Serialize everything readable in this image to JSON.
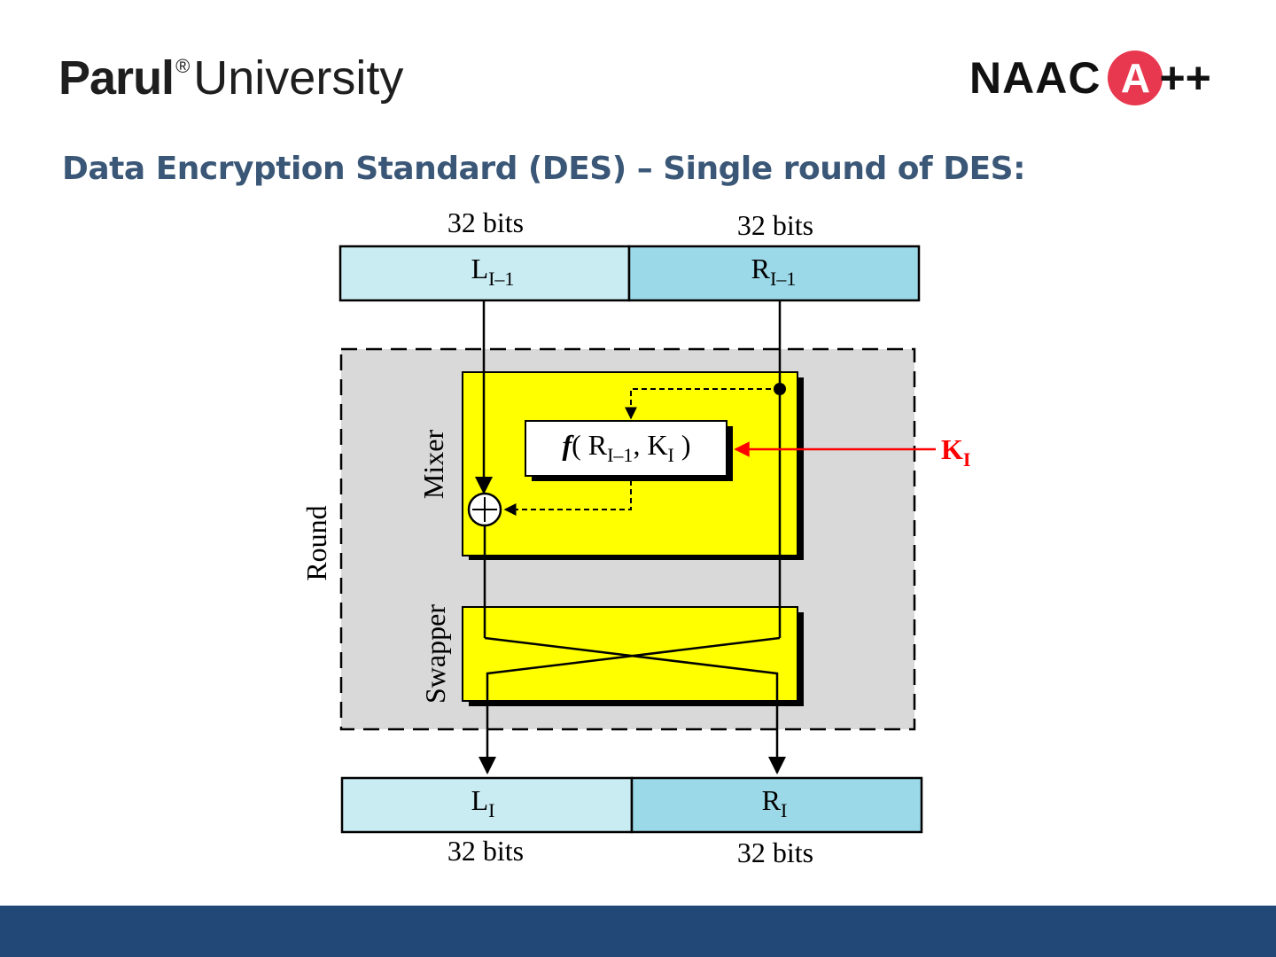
{
  "header": {
    "parul_bold": "Parul",
    "parul_reg": "®",
    "parul_light": "University",
    "naac": "NAAC",
    "naac_grade": "A",
    "naac_plus": "++"
  },
  "slide": {
    "title": "Data Encryption Standard (DES) – Single round of DES:"
  },
  "diagram": {
    "top_left_bits": "32 bits",
    "top_right_bits": "32 bits",
    "bottom_left_bits": "32 bits",
    "bottom_right_bits": "32 bits",
    "in_left": {
      "base": "L",
      "sub": "I–1"
    },
    "in_right": {
      "base": "R",
      "sub": "I–1"
    },
    "out_left": {
      "base": "L",
      "sub": "I"
    },
    "out_right": {
      "base": "R",
      "sub": "I"
    },
    "round_label": "Round",
    "mixer_label": "Mixer",
    "swapper_label": "Swapper",
    "function": {
      "f": "f",
      "open": "( R",
      "sub1": "I–1",
      "mid": ", K",
      "sub2": "I",
      "close": " )"
    },
    "key": {
      "base": "K",
      "sub": "I"
    },
    "colors": {
      "left_half": "#c9ebf2",
      "right_half": "#9bd9e8",
      "round_bg": "#d9d9d9",
      "mixer_swapper": "#ffff00",
      "key_arrow": "#ff0000"
    }
  }
}
